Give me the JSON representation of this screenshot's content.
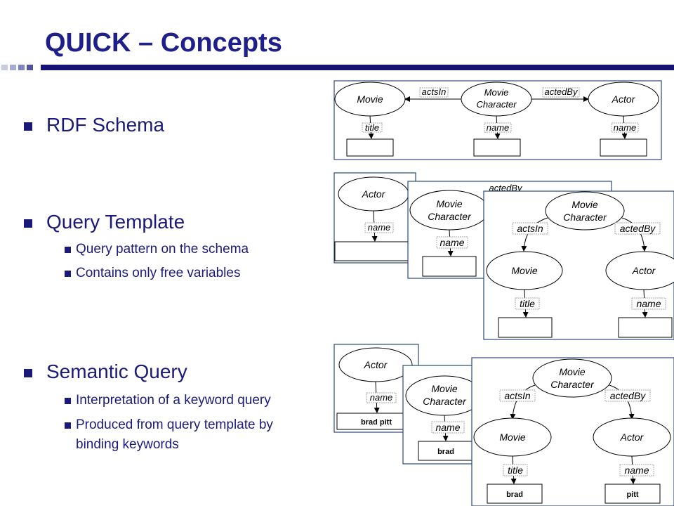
{
  "slide": {
    "title": "QUICK – Concepts"
  },
  "bullets": {
    "rdf_schema": "RDF Schema",
    "query_template": "Query Template",
    "qt_sub1": "Query pattern on the schema",
    "qt_sub2": "Contains only free variables",
    "semantic_query": "Semantic Query",
    "sq_sub1": "Interpretation of a keyword query",
    "sq_sub2_line1": "Produced from query template by",
    "sq_sub2_line2": "binding keywords"
  },
  "diagram": {
    "schema": {
      "nodes": {
        "movie": "Movie",
        "movie_char_1": "Movie",
        "movie_char_2": "Character",
        "actor": "Actor"
      },
      "edges": {
        "acts_in": "actsIn",
        "acted_by": "actedBy",
        "title": "title",
        "name1": "name",
        "name2": "name"
      }
    },
    "template": {
      "card1": {
        "actor": "Actor",
        "name": "name"
      },
      "card2": {
        "mc1": "Movie",
        "mc2": "Character",
        "name": "name",
        "acted_by": "actedBy"
      },
      "card3": {
        "mc1": "Movie",
        "mc2": "Character",
        "acts_in": "actsIn",
        "acted_by": "actedBy",
        "movie": "Movie",
        "actor": "Actor",
        "title": "title",
        "name": "name"
      }
    },
    "semantic": {
      "card1": {
        "actor": "Actor",
        "name": "name",
        "value": "brad pitt"
      },
      "card2": {
        "mc1": "Movie",
        "mc2": "Character",
        "name": "name",
        "value": "brad"
      },
      "card3": {
        "mc1": "Movie",
        "mc2": "Character",
        "acts_in": "actsIn",
        "acted_by": "actedBy",
        "movie": "Movie",
        "actor": "Actor",
        "title": "title",
        "name": "name",
        "movie_value": "brad",
        "actor_value": "pitt"
      }
    }
  },
  "colors": {
    "accent": "#1f1f8c",
    "rule": "#141478",
    "card_border": "#2a4a7a"
  }
}
